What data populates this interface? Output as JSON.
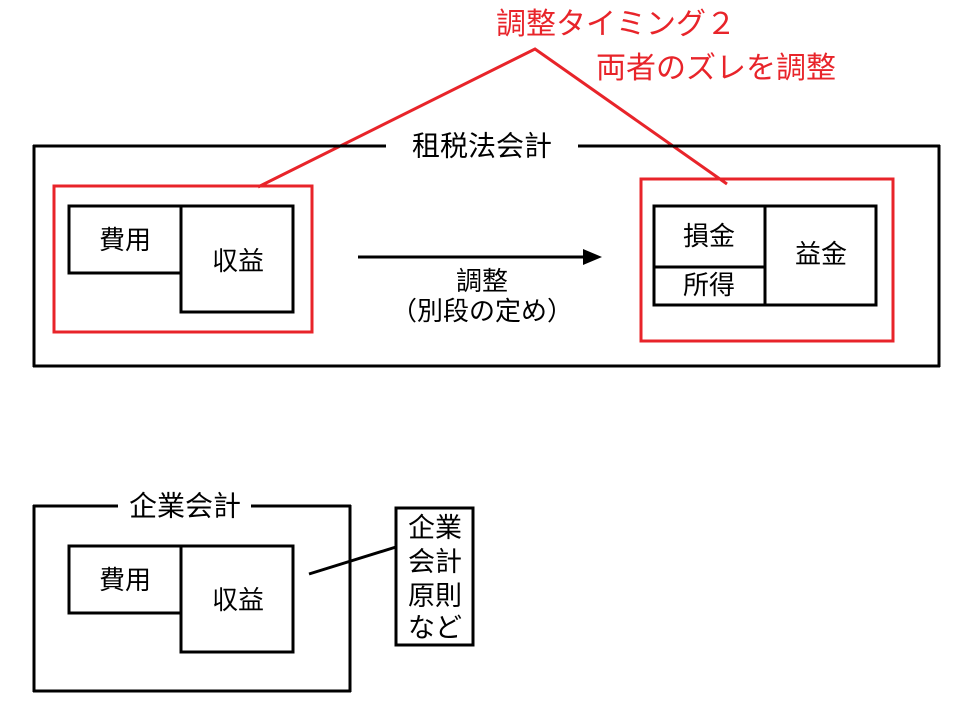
{
  "diagram": {
    "title_annotation": {
      "line1": "調整タイミング２",
      "line2": "両者のズレを調整",
      "color": "#e8242a"
    },
    "tax_accounting_group": {
      "label": "租税法会計",
      "border_color": "#000000",
      "highlight_color": "#e8242a",
      "left_block": {
        "cells": [
          {
            "label": "費用"
          },
          {
            "label": "収益"
          }
        ]
      },
      "right_block": {
        "cells": [
          {
            "label": "損金"
          },
          {
            "label": "所得"
          },
          {
            "label": "益金"
          }
        ]
      },
      "arrow": {
        "label_line1": "調整",
        "label_line2": "（別段の定め）"
      }
    },
    "corporate_accounting_group": {
      "label": "企業会計",
      "border_color": "#000000",
      "block": {
        "cells": [
          {
            "label": "費用"
          },
          {
            "label": "収益"
          }
        ]
      },
      "callout": {
        "lines": [
          "企業",
          "会計",
          "原則",
          "など"
        ]
      }
    }
  }
}
